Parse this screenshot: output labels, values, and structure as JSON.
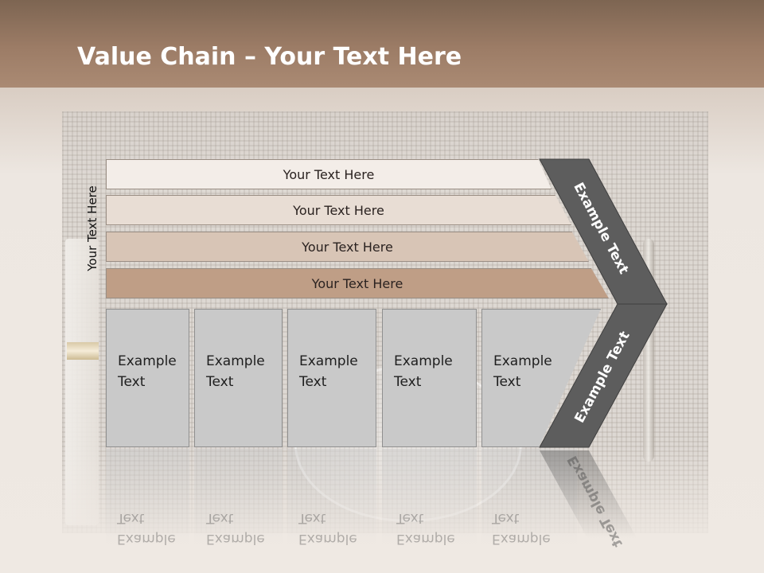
{
  "title": {
    "bold": "Value Chain",
    "rest": " – Your Text Here"
  },
  "side_label": "Your Text Here",
  "bars": [
    {
      "label": "Your Text Here",
      "color": "#f3ede8"
    },
    {
      "label": "Your Text Here",
      "color": "#e8ddd4"
    },
    {
      "label": "Your Text Here",
      "color": "#d8c5b6"
    },
    {
      "label": "Your Text Here",
      "color": "#bf9e86"
    }
  ],
  "boxes": [
    {
      "line1": "Example",
      "line2": "Text"
    },
    {
      "line1": "Example",
      "line2": "Text"
    },
    {
      "line1": "Example",
      "line2": "Text"
    },
    {
      "line1": "Example",
      "line2": "Text"
    },
    {
      "line1": "Example",
      "line2": "Text"
    }
  ],
  "chevron": {
    "upper_label": "Example Text",
    "lower_label": "Example Text",
    "color": "#5d5d5d"
  },
  "colors": {
    "header": "#9c7c66",
    "box_fill": "#c9c9c9"
  }
}
